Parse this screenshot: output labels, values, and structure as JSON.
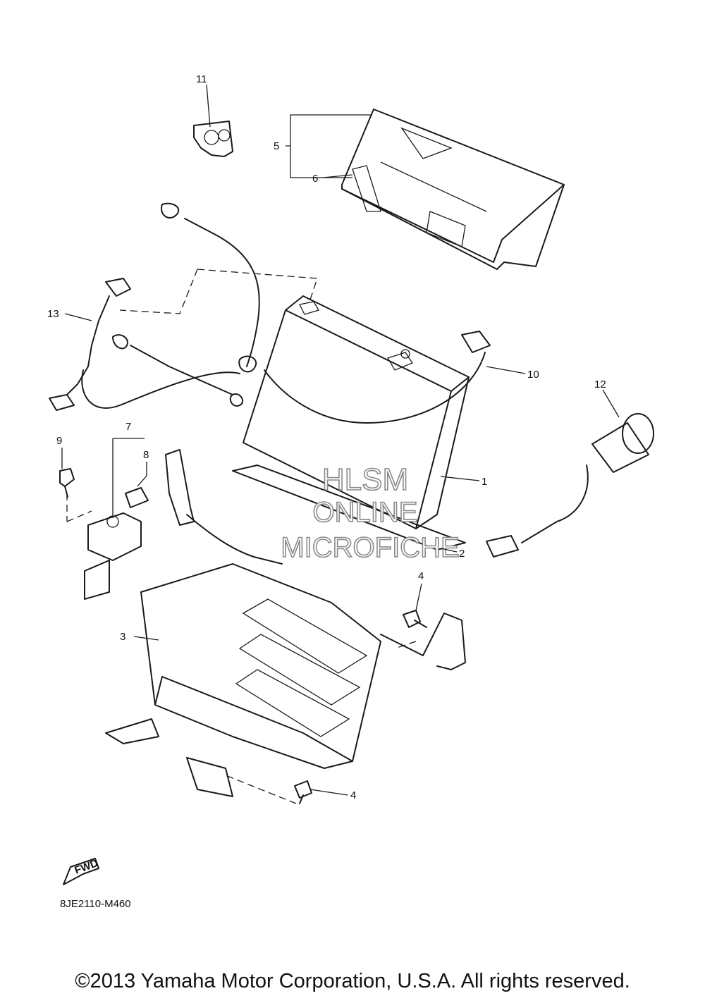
{
  "callouts": [
    "1",
    "2",
    "3",
    "4",
    "4",
    "5",
    "6",
    "7",
    "8",
    "9",
    "10",
    "11",
    "12",
    "13"
  ],
  "watermark": {
    "line1": "HLSM",
    "line2": "ONLINE",
    "line3": "MICROFICHE"
  },
  "fwd_label": "FWD",
  "diagram_code": "8JE2110-M460",
  "copyright": "©2013 Yamaha Motor Corporation, U.S.A. All rights reserved."
}
